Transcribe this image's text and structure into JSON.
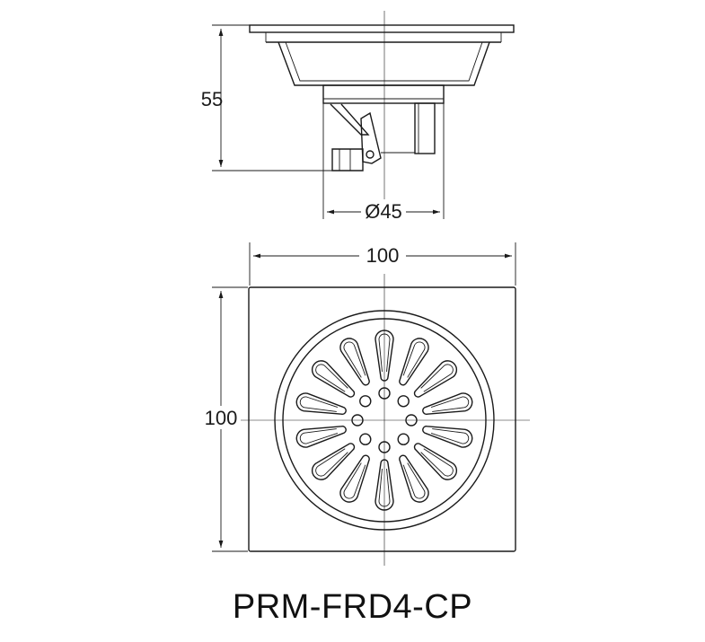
{
  "drawing": {
    "side_view": {
      "height_dim": "55",
      "diameter_dim": "Ø45"
    },
    "top_view": {
      "width_dim": "100",
      "height_dim": "100",
      "grate_slots": 14,
      "grate_holes": 8
    }
  },
  "model_code": "PRM-FRD4-CP",
  "colors": {
    "line": "#1a1a1a",
    "background": "#ffffff"
  }
}
